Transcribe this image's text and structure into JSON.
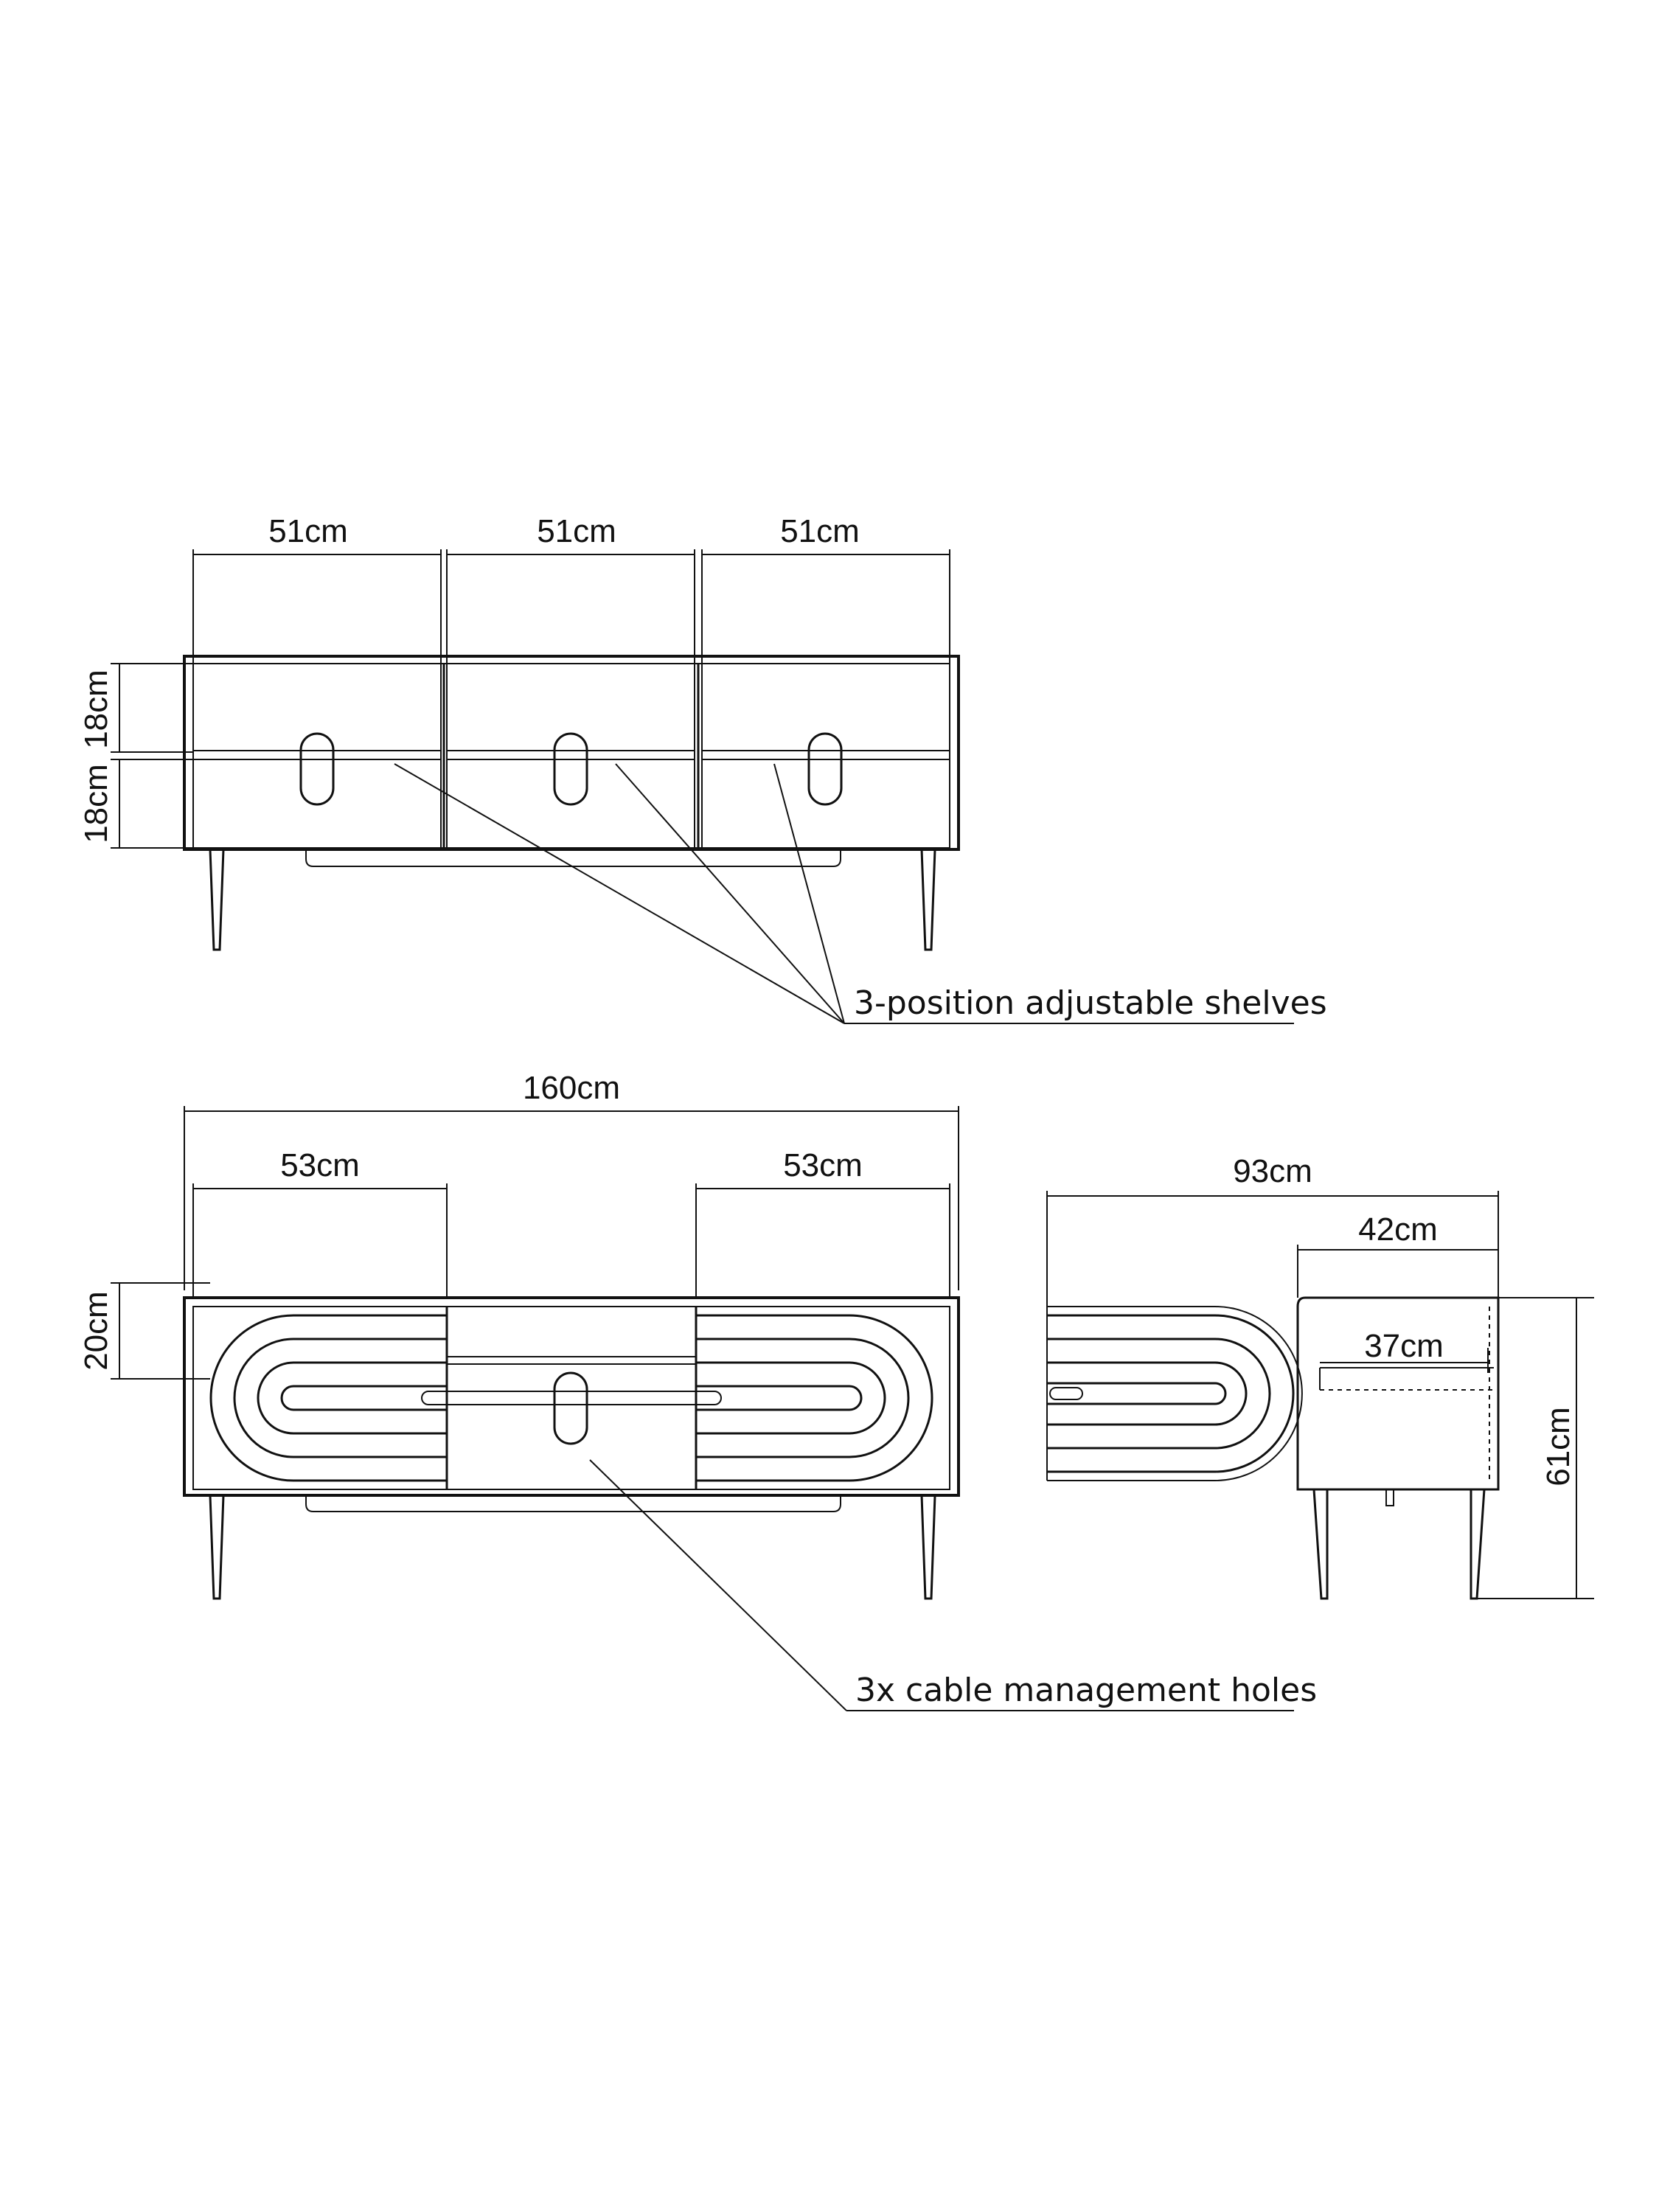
{
  "diagram": {
    "top_view": {
      "bay_widths": [
        "51cm",
        "51cm",
        "51cm"
      ],
      "shelf_heights": [
        "18cm",
        "18cm"
      ],
      "callout": "3-position adjustable shelves"
    },
    "front_view": {
      "overall_width": "160cm",
      "door_widths": [
        "53cm",
        "53cm"
      ],
      "leg_height": "20cm",
      "callout": "3x cable management holes"
    },
    "side_view": {
      "overall_depth": "93cm",
      "cabinet_depth": "42cm",
      "shelf_depth": "37cm",
      "overall_height": "61cm"
    }
  },
  "colors": {
    "line": "#111111",
    "background": "#ffffff"
  }
}
